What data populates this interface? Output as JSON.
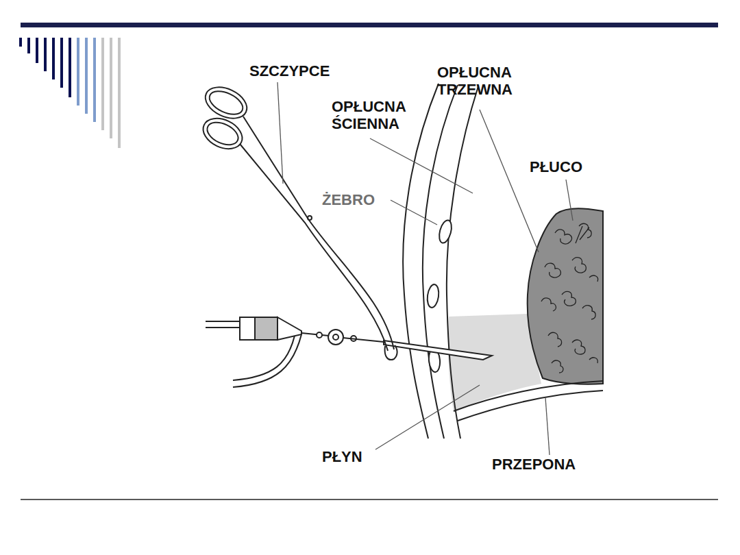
{
  "diagram": {
    "labels": [
      "SZCZYPCE",
      "OPŁUCNA ŚCIENNA",
      "OPŁUCNA TRZEWNA",
      "ŻEBRO",
      "PŁUCO",
      "PŁYN",
      "PRZEPONA"
    ]
  }
}
